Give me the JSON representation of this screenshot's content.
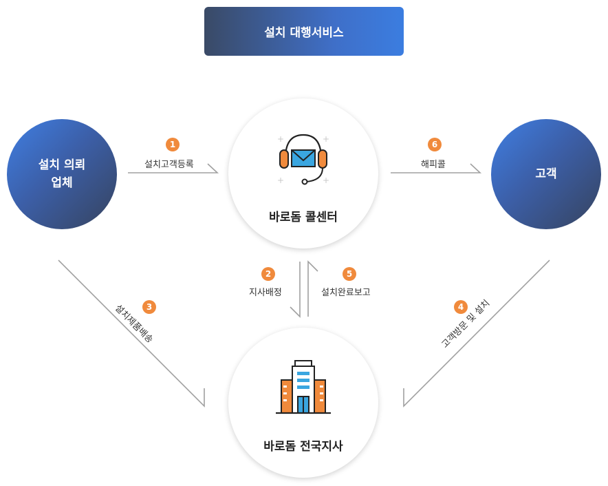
{
  "title": "설치 대행서비스",
  "nodes": {
    "requester": {
      "line1": "설치 의뢰",
      "line2": "업체"
    },
    "callcenter": {
      "label": "바로돔 콜센터",
      "icon": "headset-mail-icon"
    },
    "customer": {
      "label": "고객"
    },
    "branch": {
      "label": "바로돔 전국지사",
      "icon": "building-icon"
    }
  },
  "steps": [
    {
      "num": "1",
      "label": "설치고객등록"
    },
    {
      "num": "2",
      "label": "지사배정"
    },
    {
      "num": "3",
      "label": "설치제품배송"
    },
    {
      "num": "4",
      "label": "고객방문 및 설치"
    },
    {
      "num": "5",
      "label": "설치완료보고"
    },
    {
      "num": "6",
      "label": "해피콜"
    }
  ],
  "colors": {
    "accent": "#f08a3c",
    "dark_gradient_start": "#36435e",
    "dark_gradient_end": "#3f7fe3",
    "arrow": "#999999"
  }
}
